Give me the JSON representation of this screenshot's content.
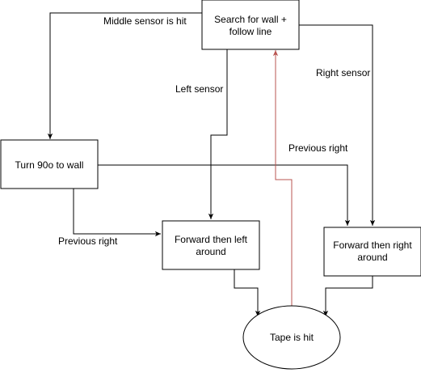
{
  "diagram": {
    "nodes": {
      "search": {
        "lines": [
          "Search for wall +",
          "follow line"
        ]
      },
      "turn": {
        "lines": [
          "Turn 90o to wall"
        ]
      },
      "fwd_left": {
        "lines": [
          "Forward then left",
          "around"
        ]
      },
      "fwd_right": {
        "lines": [
          "Forward then right",
          "around"
        ]
      },
      "tape": {
        "lines": [
          "Tape is hit"
        ]
      }
    },
    "edge_labels": {
      "middle_sensor": "Middle sensor is hit",
      "left_sensor": "Left sensor",
      "right_sensor": "Right sensor",
      "previous_right_upper": "Previous right",
      "previous_right_lower": "Previous right"
    },
    "colors": {
      "line": "#000000",
      "return_line": "#b85450",
      "node_fill": "#ffffff"
    }
  }
}
